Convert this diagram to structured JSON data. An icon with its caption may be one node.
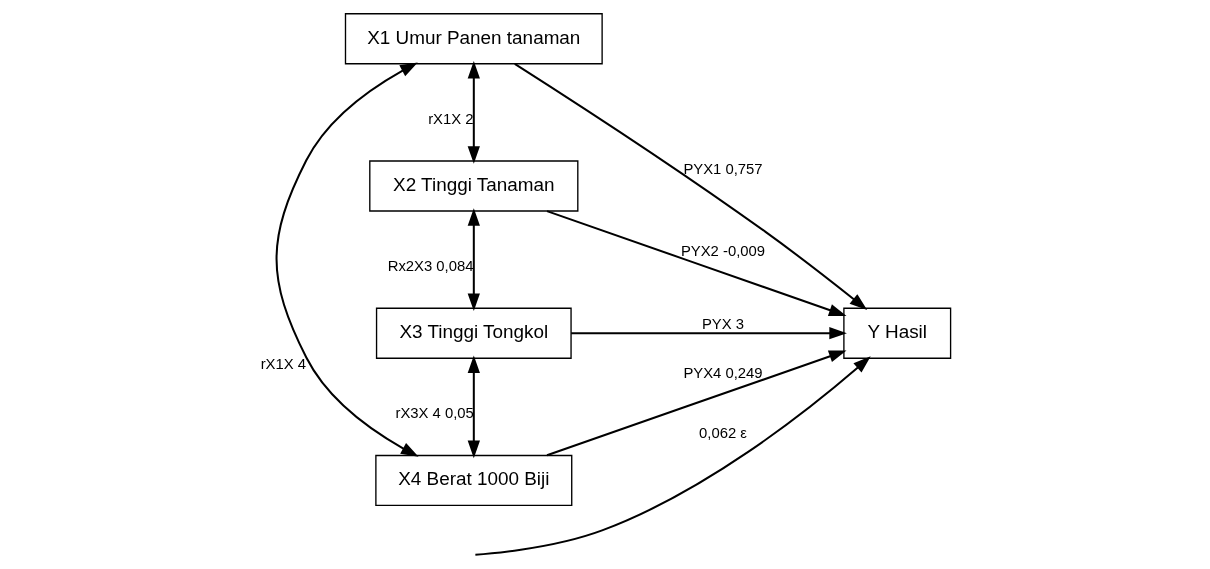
{
  "diagram": {
    "nodes": [
      {
        "text": [
          "X1 Umur Panen tanaman"
        ]
      },
      {
        "text": [
          "X2 Tinggi Tanaman"
        ]
      },
      {
        "text": [
          "X3 Tinggi Tongkol"
        ]
      },
      {
        "text": [
          "X4 Berat 1000 Biji"
        ]
      },
      {
        "text": [
          "Y Hasil"
        ]
      }
    ],
    "edges": [
      {
        "from": 0,
        "to": 1,
        "arrow": "both",
        "label": "rX1X 2"
      },
      {
        "from": 0,
        "to": 3,
        "arrow": "both",
        "label": "rX1X 4"
      },
      {
        "from": 1,
        "to": 2,
        "arrow": "both",
        "label": "Rx2X3 0,084"
      },
      {
        "from": 2,
        "to": 3,
        "arrow": "both",
        "label": "rX3X 4 0,05"
      },
      {
        "from": 0,
        "to": 4,
        "arrow": "to",
        "label": "PYX1 0,757"
      },
      {
        "from": 1,
        "to": 4,
        "arrow": "to",
        "label": "PYX2 -0,009"
      },
      {
        "from": 2,
        "to": 4,
        "arrow": "to",
        "label": "PYX 3"
      },
      {
        "from": 3,
        "to": 4,
        "arrow": "to",
        "label": "PYX4 0,249"
      },
      {
        "from": null,
        "to": 4,
        "arrow": "to",
        "label": "0,062 ε"
      }
    ]
  }
}
